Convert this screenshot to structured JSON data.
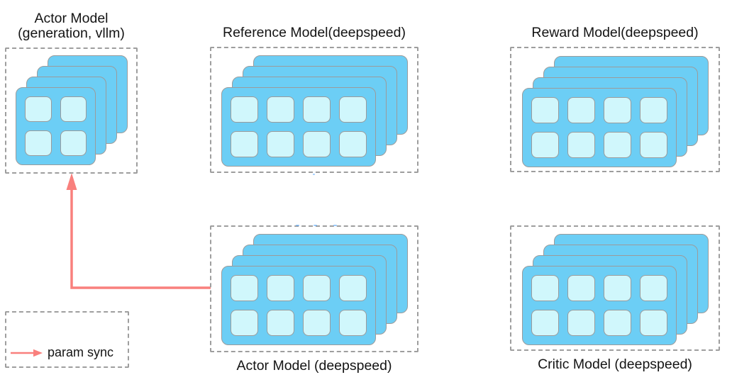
{
  "colors": {
    "card_fill": "#6ccef5",
    "cell_fill": "#d0f7fc",
    "card_border": "#9b9b9b",
    "dashed_border": "#9e9e9e",
    "arrow": "#f9807d",
    "text": "#141414"
  },
  "diagram": {
    "groups": [
      {
        "id": "actor-model-generation",
        "title_lines": [
          "Actor Model",
          "(generation, vllm)"
        ],
        "label_position": "top",
        "gpu_grid": {
          "stacked_cards": 4,
          "cols": 2,
          "rows": 2
        }
      },
      {
        "id": "reference-model",
        "title_lines": [
          "Reference Model(deepspeed)"
        ],
        "label_position": "top",
        "gpu_grid": {
          "stacked_cards": 4,
          "cols": 4,
          "rows": 2
        }
      },
      {
        "id": "reward-model",
        "title_lines": [
          "Reward Model(deepspeed)"
        ],
        "label_position": "top",
        "gpu_grid": {
          "stacked_cards": 4,
          "cols": 4,
          "rows": 2
        }
      },
      {
        "id": "actor-model-deepspeed",
        "title_lines": [
          "Actor Model (deepspeed)"
        ],
        "label_position": "bottom",
        "gpu_grid": {
          "stacked_cards": 4,
          "cols": 4,
          "rows": 2
        }
      },
      {
        "id": "critic-model",
        "title_lines": [
          "Critic Model (deepspeed)"
        ],
        "label_position": "bottom",
        "gpu_grid": {
          "stacked_cards": 4,
          "cols": 4,
          "rows": 2
        }
      }
    ],
    "legend": {
      "label": "param sync"
    }
  }
}
